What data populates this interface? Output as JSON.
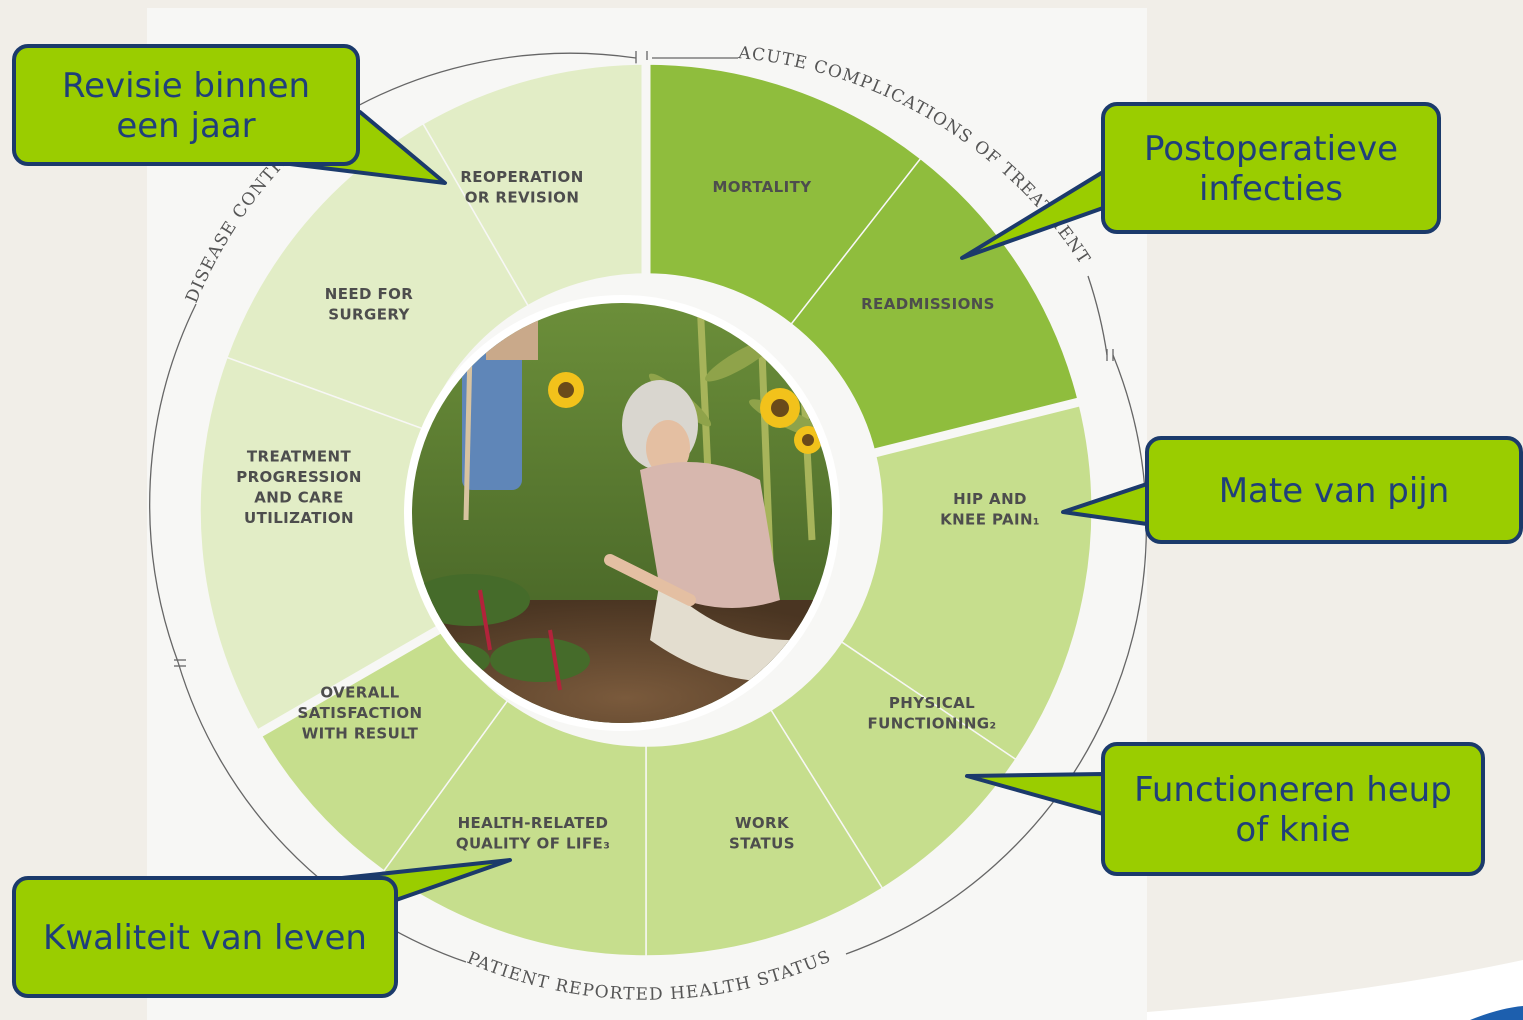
{
  "wheel": {
    "segments": [
      {
        "id": "reoperation",
        "lines": [
          "REOPERATION",
          "OR REVISION"
        ],
        "domain": "disease-control"
      },
      {
        "id": "need-surgery",
        "lines": [
          "NEED FOR",
          "SURGERY"
        ],
        "domain": "disease-control"
      },
      {
        "id": "treatment-progression",
        "lines": [
          "TREATMENT",
          "PROGRESSION",
          "AND CARE",
          "UTILIZATION"
        ],
        "domain": "disease-control"
      },
      {
        "id": "mortality",
        "lines": [
          "MORTALITY"
        ],
        "domain": "acute-complications"
      },
      {
        "id": "readmissions",
        "lines": [
          "READMISSIONS"
        ],
        "domain": "acute-complications"
      },
      {
        "id": "hip-knee-pain",
        "lines": [
          "HIP AND",
          "KNEE PAIN₁"
        ],
        "domain": "patient-reported"
      },
      {
        "id": "physical-functioning",
        "lines": [
          "PHYSICAL",
          "FUNCTIONING₂"
        ],
        "domain": "patient-reported"
      },
      {
        "id": "work-status",
        "lines": [
          "WORK",
          "STATUS"
        ],
        "domain": "patient-reported"
      },
      {
        "id": "health-related-qol",
        "lines": [
          "HEALTH-RELATED",
          "QUALITY OF LIFE₃"
        ],
        "domain": "patient-reported"
      },
      {
        "id": "overall-satisfaction",
        "lines": [
          "OVERALL",
          "SATISFACTION",
          "WITH RESULT"
        ],
        "domain": "patient-reported"
      }
    ],
    "ring_labels": {
      "acute": "ACUTE COMPLICATIONS OF TREATMENT",
      "disease": "DISEASE CONTROL",
      "patient": "PATIENT REPORTED HEALTH STATUS"
    },
    "colors": {
      "disease_control": "#e2edc6",
      "acute_complications": "#8fbd3d",
      "patient_reported": "#c6de8d",
      "callout_fill": "#9acd00",
      "callout_border": "#1b3a6b",
      "callout_text": "#1f3f7a"
    },
    "center_image": "photo of an older woman gardening among sunflowers and corn"
  },
  "callouts": {
    "revisie": [
      "Revisie binnen",
      "een jaar"
    ],
    "infecties": [
      "Postoperatieve",
      "infecties"
    ],
    "pijn": [
      "Mate van pijn"
    ],
    "functioneren": [
      "Functioneren heup",
      "of knie"
    ],
    "kwaliteit": [
      "Kwaliteit van leven"
    ]
  }
}
